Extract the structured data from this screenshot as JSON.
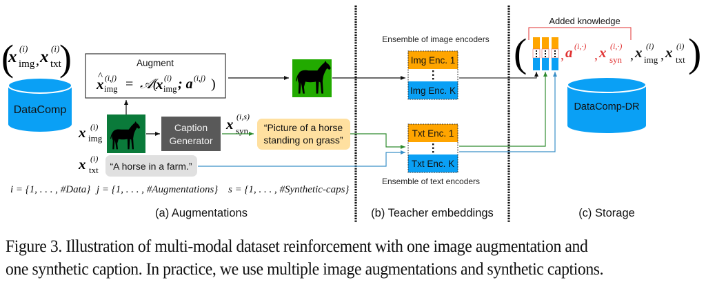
{
  "figure": {
    "section_a": {
      "source_tuple": {
        "x": "x",
        "img_sub": "img",
        "txt_sub": "txt",
        "sup": "(i)"
      },
      "source_db_label": "DataComp",
      "augment_box": {
        "title": "Augment",
        "formula_lhs_sup": "(i,j)",
        "formula_lhs_sub": "img",
        "formula_rhs_func": "𝒜(",
        "formula_rhs_x_sup": "(i)",
        "formula_rhs_x_sub": "img",
        "formula_rhs_a": "; a",
        "formula_rhs_a_sup": "(i,j)",
        "formula_close": ")"
      },
      "input_image_label": {
        "sup": "(i)",
        "sub": "img"
      },
      "caption_generator": {
        "line1": "Caption",
        "line2": "Generator"
      },
      "synthetic_label": {
        "sup": "(i,s)",
        "sub": "syn"
      },
      "synthetic_caption": {
        "line1": "“Picture of a horse",
        "line2": "standing on grass”"
      },
      "text_label": {
        "sup": "(i)",
        "sub": "txt"
      },
      "original_caption": "“A horse in a farm.”",
      "index_defs": {
        "i": "i = {1, . . . , #Data}",
        "j": "j = {1, . . . , #Augmentations}",
        "s": "s = {1, . . . , #Synthetic-caps}"
      },
      "title": "(a) Augmentations"
    },
    "section_b": {
      "image_ensemble_label": "Ensemble of image encoders",
      "img_enc_first": "Img Enc. 1",
      "img_enc_last": "Img Enc. K",
      "text_ensemble_label": "Ensemble of text encoders",
      "txt_enc_first": "Txt Enc. 1",
      "txt_enc_last": "Txt Enc. K",
      "title": "(b) Teacher embeddings"
    },
    "section_c": {
      "added_knowledge_label": "Added knowledge",
      "tuple_a_sup": "(i,·)",
      "tuple_syn_sup": "(i,·)",
      "tuple_syn_sub": "syn",
      "tuple_img_sup": "(i)",
      "tuple_img_sub": "img",
      "tuple_txt_sup": "(i)",
      "tuple_txt_sub": "txt",
      "storage_db_label": "DataComp-DR",
      "title": "(c) Storage"
    },
    "colors": {
      "db_blue": "#0aa0f5",
      "enc_orange": "#ffa500",
      "enc_blue": "#0aa0f5",
      "caption_gen_gray": "#595959",
      "synthetic_box": "#ffe0a0",
      "original_box": "#e0e0e0",
      "input_image_green": "#0a7a3a",
      "augmented_image_green": "#22aa00",
      "green_arrow": "#2e8b2e",
      "blue_arrow": "#3a90c8",
      "added_knowledge_red": "#e03030"
    }
  },
  "caption": {
    "line1": "Figure 3. Illustration of multi-modal dataset reinforcement with one image augmentation and",
    "line2": "one synthetic caption. In practice, we use multiple image augmentations and synthetic captions."
  }
}
